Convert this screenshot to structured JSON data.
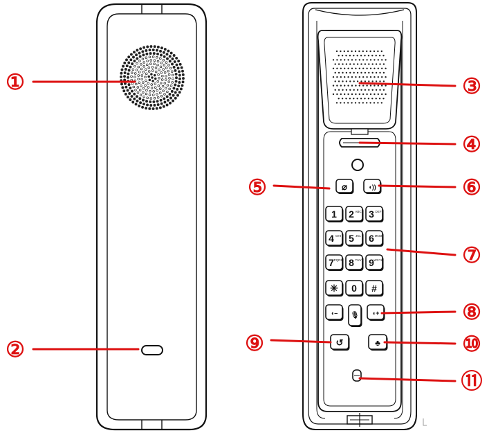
{
  "colors": {
    "callout": "#dd1111",
    "outline": "#111111",
    "body_fill": "#ffffff",
    "key_fill": "#ffffff",
    "speaker_dot": "#222222"
  },
  "callouts": [
    {
      "id": "1",
      "label": "①"
    },
    {
      "id": "2",
      "label": "②"
    },
    {
      "id": "3",
      "label": "③"
    },
    {
      "id": "4",
      "label": "④"
    },
    {
      "id": "5",
      "label": "⑤"
    },
    {
      "id": "6",
      "label": "⑥"
    },
    {
      "id": "7",
      "label": "⑦"
    },
    {
      "id": "8",
      "label": "⑧"
    },
    {
      "id": "9",
      "label": "⑨"
    },
    {
      "id": "10",
      "label": "⑩"
    },
    {
      "id": "11",
      "label": "⑪"
    }
  ],
  "keypad": {
    "rows": [
      [
        {
          "main": "1",
          "sub": ""
        },
        {
          "main": "2",
          "sub": "ABC"
        },
        {
          "main": "3",
          "sub": "DEF"
        }
      ],
      [
        {
          "main": "4",
          "sub": "GHI"
        },
        {
          "main": "5",
          "sub": "JKL"
        },
        {
          "main": "6",
          "sub": "MNO"
        }
      ],
      [
        {
          "main": "7",
          "sub": "PQRS"
        },
        {
          "main": "8",
          "sub": "TUV"
        },
        {
          "main": "9",
          "sub": "WXYZ"
        }
      ],
      [
        {
          "main": "✳",
          "sub": ""
        },
        {
          "main": "0",
          "sub": ""
        },
        {
          "main": "#",
          "sub": ""
        }
      ]
    ],
    "function_keys": {
      "hook": {
        "icon": "handset-hook-icon",
        "glyph": "⌀"
      },
      "speaker": {
        "icon": "speaker-icon",
        "glyph": "◖))"
      },
      "volume_down": {
        "icon": "volume-down-icon",
        "glyph": "◖–"
      },
      "mute": {
        "icon": "mute-microphone-icon",
        "glyph": "🎙"
      },
      "volume_up": {
        "icon": "volume-up-icon",
        "glyph": "◖+"
      },
      "redial": {
        "icon": "redial-icon",
        "glyph": "↺"
      },
      "service": {
        "icon": "service-bell-icon",
        "glyph": "♣"
      }
    }
  }
}
